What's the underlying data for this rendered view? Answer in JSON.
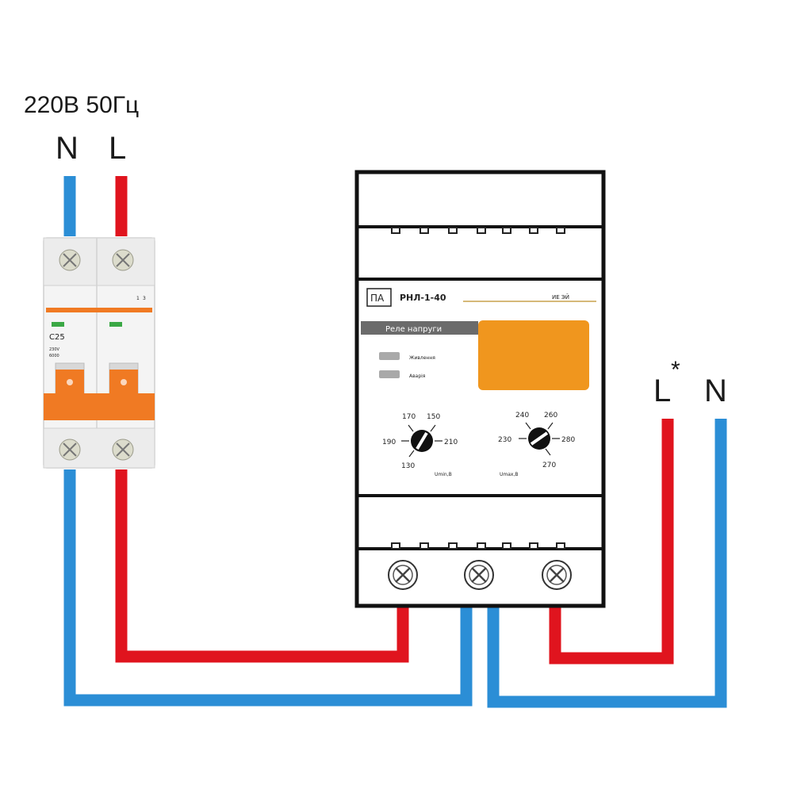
{
  "supply": {
    "voltage_label": "220В 50Гц",
    "neutral_label": "N",
    "line_label": "L"
  },
  "load": {
    "line_label": "L",
    "line_marker": "*",
    "neutral_label": "N"
  },
  "breaker": {
    "rating": "C25",
    "spec_lines": [
      "230V",
      "6000"
    ],
    "side_marks": [
      "1",
      "3"
    ]
  },
  "relay": {
    "brand_logo": "ПА",
    "model": "РНЛ-1-40",
    "model_suffix": "ИЕ ЭЙ",
    "title": "Реле напруги",
    "indicators": [
      "Живлення",
      "Аварія"
    ],
    "knob_left": {
      "ticks": [
        "170",
        "150",
        "190",
        "210",
        "130"
      ],
      "caption": "Umin,B"
    },
    "knob_right": {
      "ticks": [
        "240",
        "260",
        "230",
        "280",
        "270"
      ],
      "caption": "Umax,B"
    }
  },
  "colors": {
    "line_wire": "#e0141e",
    "neutral_wire": "#2b8ed6",
    "breaker_handle": "#f07a23",
    "relay_display": "#f0961e",
    "relay_title_bar": "#6b6b6b"
  }
}
